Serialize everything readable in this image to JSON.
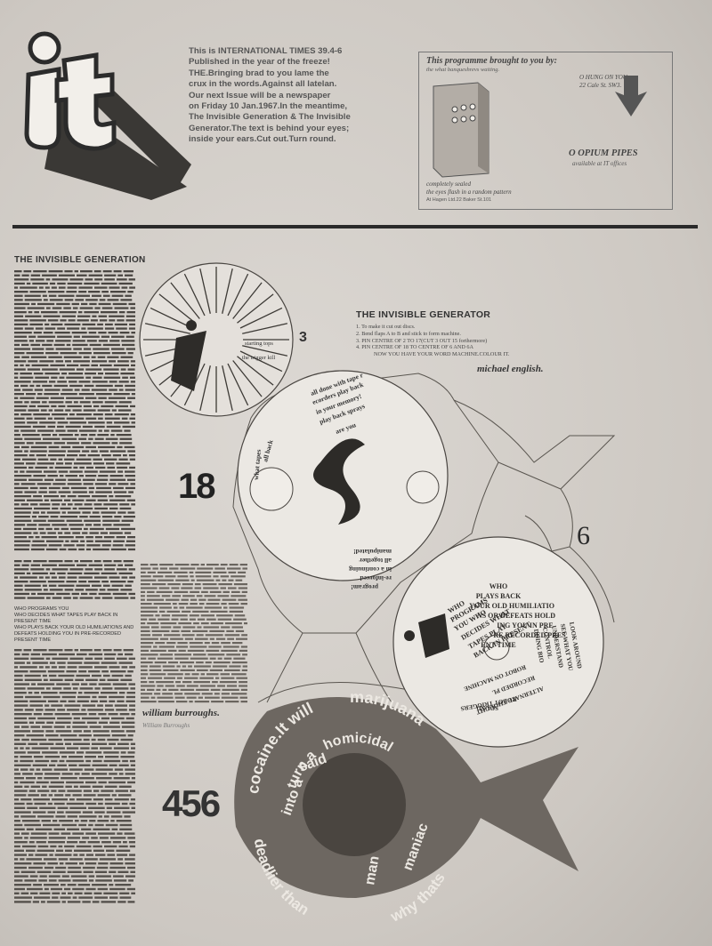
{
  "intro": {
    "lines": [
      "This is INTERNATIONAL TIMES 39.4-6",
      "Published in the year of the freeze!",
      "THE.Bringing brad to you lame the",
      "crux in the words.Against all latelan.",
      "Our next Issue will be a newspaper",
      "on Friday 10 Jan.1967.In the meantime,",
      "The Invisible Generation & The Invisible",
      "Generator.The text is behind your eyes;",
      "inside your ears.Cut out.Turn round."
    ]
  },
  "ad": {
    "title": "This programme brought to you by:",
    "subtitle": "the what banqueshrevs waiting.",
    "hung_lines": [
      "O HUNG ON YOU",
      "22 Cale St. SW3."
    ],
    "pipes": "O OPIUM PIPES",
    "available": "available at IT offices",
    "sealed_lines": [
      "completely sealed",
      "the eyes flash in a random pattern"
    ],
    "address": "At Hagen Ltd.22 Baker St.101"
  },
  "article": {
    "title": "THE INVISIBLE GENERATION",
    "signature": "william burroughs.",
    "signature_script": "William Burroughs",
    "caps_block": [
      "WHO PROGRAMS YOU",
      "WHO DECIDES WHAT TAPES PLAY BACK IN PRESENT TIME",
      "WHO PLAYS BACK YOUR OLD HUMILIATIONS AND DEFEATS HOLDING YOU IN PRE-RECORDED PRESENT TIME"
    ]
  },
  "generator": {
    "title": "THE INVISIBLE GENERATOR",
    "steps": [
      "1. To make it cut out discs.",
      "2. Bend flaps A to B and stick to form machine.",
      "3. PIN CENTRE OF 2 TO 17(CUT 3 OUT 15 forthermore)",
      "4. PIN CENTRE OF 18 TO CENTRE OF 6 AND 6A",
      "NOW YOU HAVE YOUR WORD MACHINE.COLOUR IT."
    ],
    "signature": "michael english.",
    "numbers": {
      "n3": "3",
      "n18": "18",
      "n6": "6",
      "n456": "456"
    },
    "disc_small_words": [
      "starting tops",
      "the trigger kill"
    ],
    "disc18_text": [
      "all done with tape r",
      "ecorders play back",
      "in your memory!",
      "play back sprays",
      "are you",
      "manipulated!",
      "all together",
      "in a continuing",
      "re-inforced",
      "program!",
      "all back",
      "what tapes"
    ],
    "disc6_lines": [
      "WHO",
      "PLAYS BACK",
      "YOUR OLD HUMILIATIO",
      "NS OR DEFEATS HOLD",
      "ING YOU IN PRE",
      "RE RECORDED PRES",
      "ENT TIME",
      "WHO",
      "PROGRAMS",
      "YOU WHO",
      "DECIDES WHAT",
      "TAPES PLAY",
      "BACK IN PRESENT"
    ],
    "disc6_side": [
      "LOOK AROUND",
      "SEE WHAT YOU",
      "UNDERSTAND",
      "CONTROL",
      "DOING BIO",
      "ROBOT ON MACHINE",
      "RECORDED PL",
      "ALTERNATE THOUGHT",
      "ROBOT TRIGGERS",
      "SOUND"
    ],
    "fish_words": [
      "marijuana",
      "cocaine.It will",
      "turn a",
      "homicidal",
      "maniac",
      "said",
      "into a",
      "man",
      "deadlier than",
      "why thats"
    ]
  }
}
